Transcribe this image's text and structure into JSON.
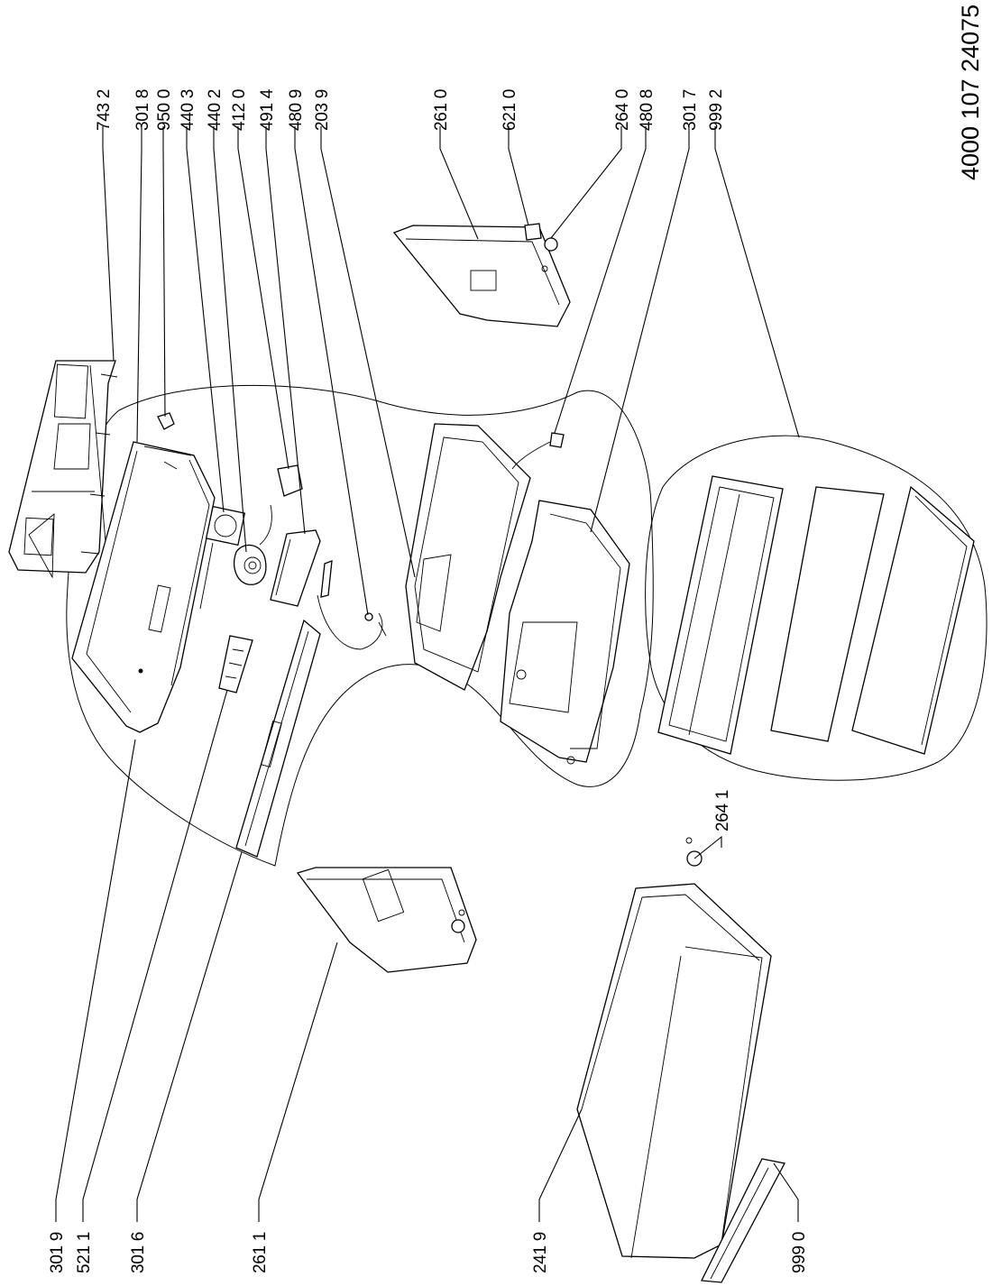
{
  "drawing": {
    "document_number": "4000 107 24075"
  },
  "callouts": [
    {
      "id": "c7432",
      "label": "743 2"
    },
    {
      "id": "c3018",
      "label": "301 8"
    },
    {
      "id": "c9500",
      "label": "950 0"
    },
    {
      "id": "c4403",
      "label": "440 3"
    },
    {
      "id": "c4402",
      "label": "440 2"
    },
    {
      "id": "c4120",
      "label": "412 0"
    },
    {
      "id": "c4914",
      "label": "491 4"
    },
    {
      "id": "c4809",
      "label": "480 9"
    },
    {
      "id": "c2039",
      "label": "203 9"
    },
    {
      "id": "c2610",
      "label": "261 0"
    },
    {
      "id": "c6210",
      "label": "621 0"
    },
    {
      "id": "c2640",
      "label": "264 0"
    },
    {
      "id": "c4808",
      "label": "480 8"
    },
    {
      "id": "c3017",
      "label": "301 7"
    },
    {
      "id": "c9992",
      "label": "999 2"
    },
    {
      "id": "c2641",
      "label": "264 1"
    },
    {
      "id": "c3019",
      "label": "301 9"
    },
    {
      "id": "c5211",
      "label": "521 1"
    },
    {
      "id": "c3016",
      "label": "301 6"
    },
    {
      "id": "c2611",
      "label": "261 1"
    },
    {
      "id": "c2419",
      "label": "241 9"
    },
    {
      "id": "c9990",
      "label": "999 0"
    }
  ]
}
